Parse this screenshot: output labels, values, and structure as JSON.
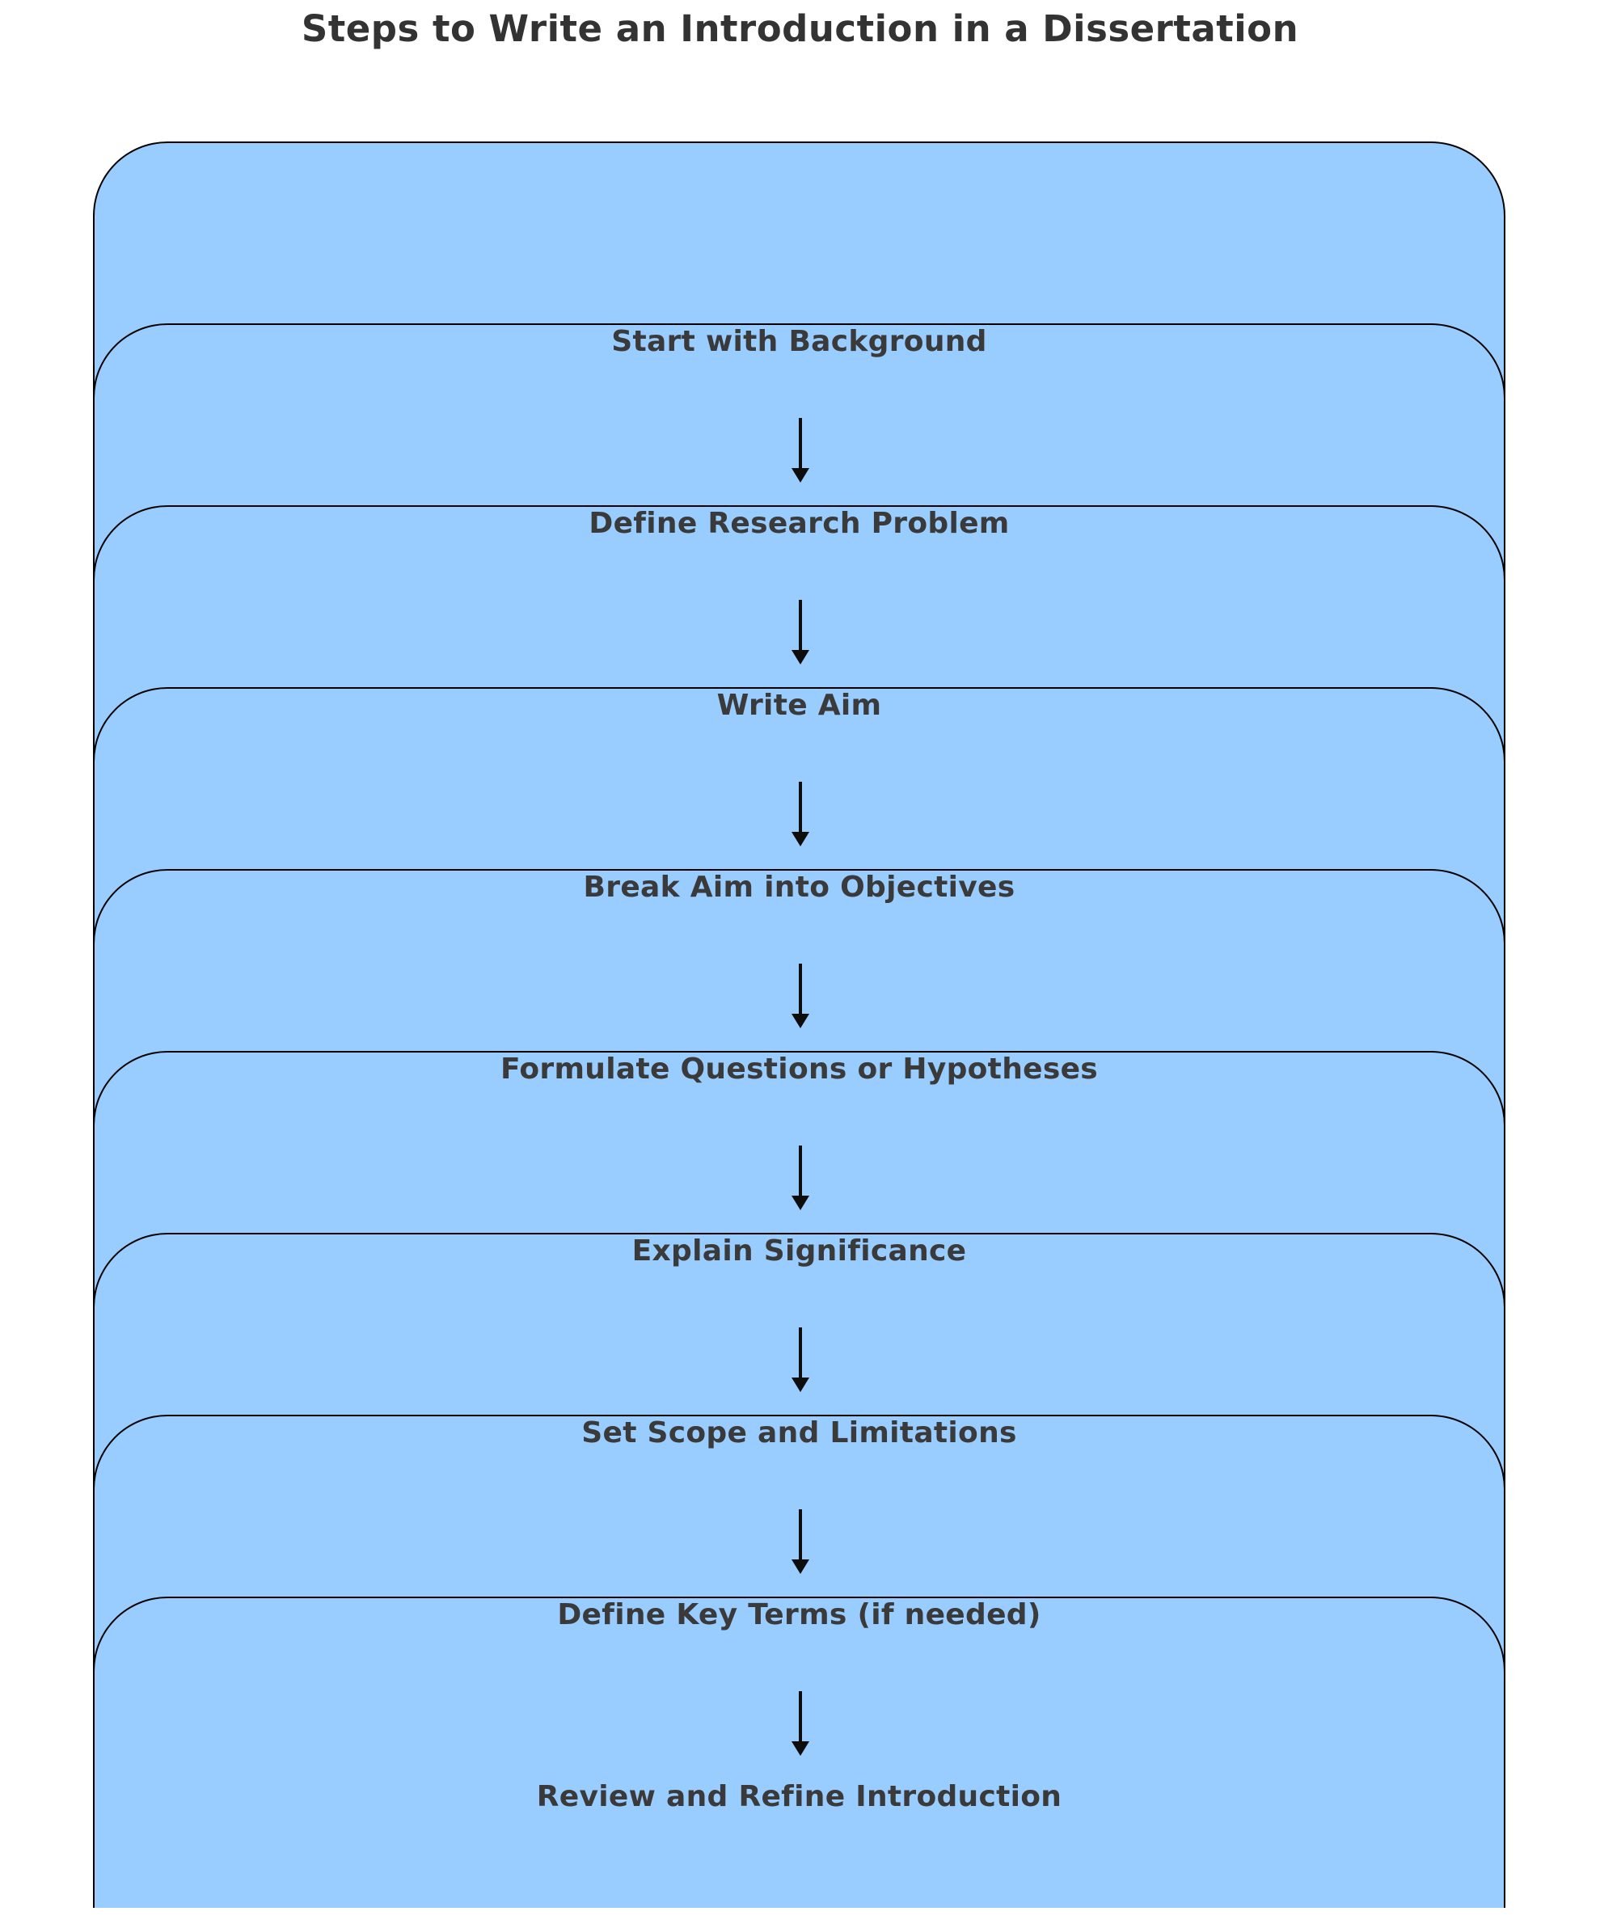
{
  "title": "Steps to Write an Introduction in a Dissertation",
  "steps": [
    {
      "label": "Start with Background"
    },
    {
      "label": "Define Research Problem"
    },
    {
      "label": "Write Aim"
    },
    {
      "label": "Break Aim into Objectives"
    },
    {
      "label": "Formulate Questions or Hypotheses"
    },
    {
      "label": "Explain Significance"
    },
    {
      "label": "Set Scope and Limitations"
    },
    {
      "label": "Define Key Terms (if needed)"
    },
    {
      "label": "Review and Refine Introduction"
    }
  ],
  "connectors": {
    "type": "down-arrow",
    "count": 8
  },
  "colors": {
    "background": "#ffffff",
    "box_fill": "#99ccff",
    "box_border": "#000000",
    "label_text": "#3a3a3a",
    "title_text": "#333333",
    "arrow": "#0d0d0d"
  }
}
